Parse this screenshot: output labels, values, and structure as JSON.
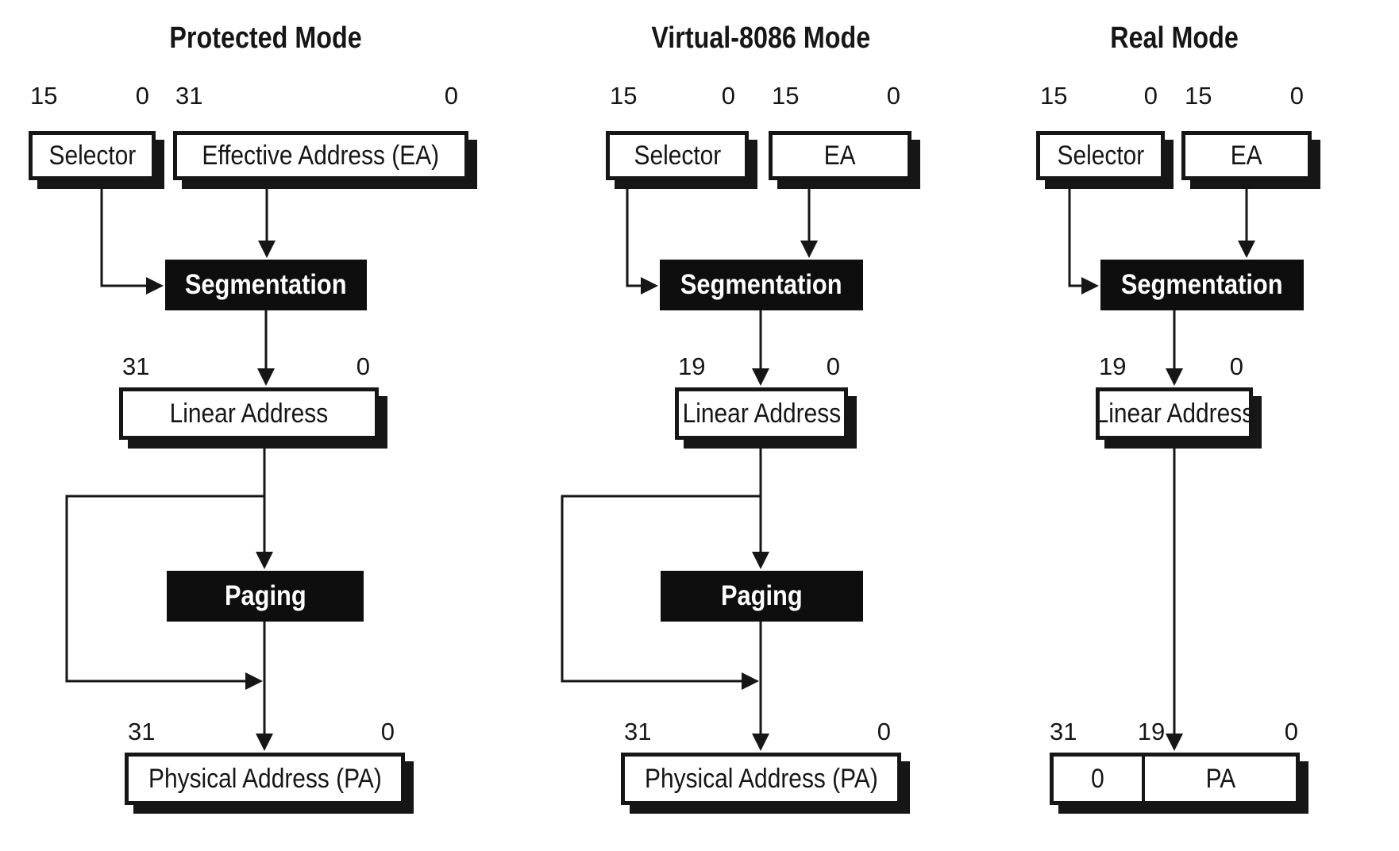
{
  "diagram": {
    "protected": {
      "title": "Protected Mode",
      "selector": {
        "hi": "15",
        "lo": "0",
        "label": "Selector"
      },
      "ea": {
        "hi": "31",
        "lo": "0",
        "label": "Effective Address (EA)"
      },
      "segmentation": "Segmentation",
      "linear": {
        "hi": "31",
        "lo": "0",
        "label": "Linear Address"
      },
      "paging": "Paging",
      "physical": {
        "hi": "31",
        "lo": "0",
        "label": "Physical Address (PA)"
      }
    },
    "virtual8086": {
      "title": "Virtual-8086 Mode",
      "selector": {
        "hi": "15",
        "lo": "0",
        "label": "Selector"
      },
      "ea": {
        "hi": "15",
        "lo": "0",
        "label": "EA"
      },
      "segmentation": "Segmentation",
      "linear": {
        "hi": "19",
        "lo": "0",
        "label": "Linear Address"
      },
      "paging": "Paging",
      "physical": {
        "hi": "31",
        "lo": "0",
        "label": "Physical Address (PA)"
      }
    },
    "real": {
      "title": "Real Mode",
      "selector": {
        "hi": "15",
        "lo": "0",
        "label": "Selector"
      },
      "ea": {
        "hi": "15",
        "lo": "0",
        "label": "EA"
      },
      "segmentation": "Segmentation",
      "linear": {
        "hi": "19",
        "lo": "0",
        "label": "Linear Address"
      },
      "physical": {
        "hi": "31",
        "mid": "19",
        "lo": "0",
        "zero": "0",
        "pa": "PA"
      }
    },
    "colors": {
      "ink": "#161616",
      "process_fill": "#0e0e0e",
      "process_text": "#ffffff",
      "box_fill": "#ffffff"
    }
  }
}
